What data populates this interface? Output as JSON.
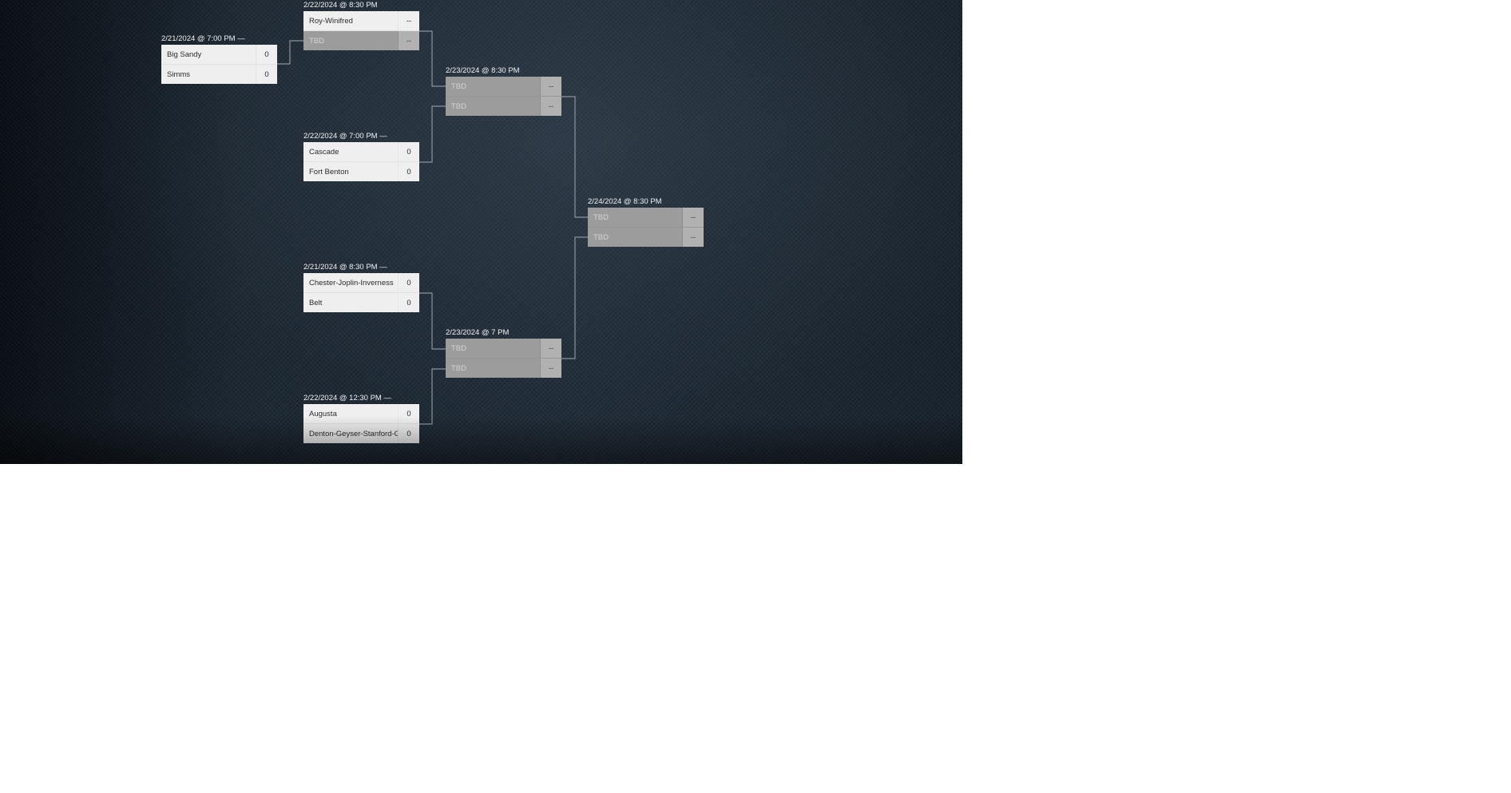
{
  "bracket": {
    "games": [
      {
        "id": "g1",
        "label": "2/21/2024 @ 7:00 PM —",
        "teams": [
          {
            "name": "Big Sandy",
            "score": "0",
            "tbd": false
          },
          {
            "name": "Simms",
            "score": "0",
            "tbd": false
          }
        ]
      },
      {
        "id": "g2",
        "label": "2/22/2024 @ 8:30 PM",
        "teams": [
          {
            "name": "Roy-Winifred",
            "score": "--",
            "tbd": false
          },
          {
            "name": "TBD",
            "score": "--",
            "tbd": true
          }
        ]
      },
      {
        "id": "g3",
        "label": "2/22/2024 @ 7:00 PM —",
        "teams": [
          {
            "name": "Cascade",
            "score": "0",
            "tbd": false
          },
          {
            "name": "Fort Benton",
            "score": "0",
            "tbd": false
          }
        ]
      },
      {
        "id": "g4",
        "label": "2/21/2024 @ 8:30 PM —",
        "teams": [
          {
            "name": "Chester-Joplin-Inverness",
            "score": "0",
            "tbd": false
          },
          {
            "name": "Belt",
            "score": "0",
            "tbd": false
          }
        ]
      },
      {
        "id": "g5",
        "label": "2/22/2024 @ 12:30 PM —",
        "teams": [
          {
            "name": "Augusta",
            "score": "0",
            "tbd": false
          },
          {
            "name": "Denton-Geyser-Stanford-G",
            "score": "0",
            "tbd": false
          }
        ]
      },
      {
        "id": "g6",
        "label": "2/23/2024 @ 8:30 PM",
        "teams": [
          {
            "name": "TBD",
            "score": "--",
            "tbd": true
          },
          {
            "name": "TBD",
            "score": "--",
            "tbd": true
          }
        ]
      },
      {
        "id": "g7",
        "label": "2/23/2024 @ 7 PM",
        "teams": [
          {
            "name": "TBD",
            "score": "--",
            "tbd": true
          },
          {
            "name": "TBD",
            "score": "--",
            "tbd": true
          }
        ]
      },
      {
        "id": "g8",
        "label": "2/24/2024 @ 8:30 PM",
        "teams": [
          {
            "name": "TBD",
            "score": "--",
            "tbd": true
          },
          {
            "name": "TBD",
            "score": "--",
            "tbd": true
          }
        ]
      }
    ]
  }
}
